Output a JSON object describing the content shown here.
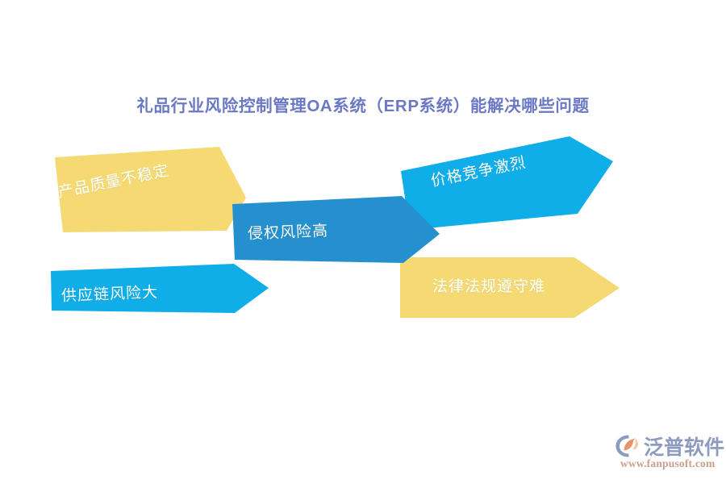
{
  "page": {
    "title": "礼品行业风险控制管理OA系统（ERP系统）能解决哪些问题",
    "background_color": "#ffffff",
    "title_color": "#6b78c4"
  },
  "palette": {
    "yellow": "#f5da74",
    "light_blue": "#0faee8",
    "dark_blue": "#2590ce",
    "white": "#ffffff"
  },
  "diagram": {
    "type": "arrow-banner-collage",
    "banners": [
      {
        "id": "quality",
        "label": "产品质量不稳定",
        "color": "#f5da74",
        "direction": "right",
        "position": "top-left",
        "rotation_deg": -11.5
      },
      {
        "id": "price",
        "label": "价格竞争激烈",
        "color": "#0faee8",
        "direction": "right",
        "position": "top-right",
        "rotation_deg": -11.5
      },
      {
        "id": "infringement",
        "label": "侵权风险高",
        "color": "#2590ce",
        "direction": "right",
        "position": "center",
        "rotation_deg": -2.2
      },
      {
        "id": "supply-chain",
        "label": "供应链风险大",
        "color": "#0faee8",
        "direction": "right",
        "position": "bottom-left",
        "rotation_deg": -2.2
      },
      {
        "id": "legal",
        "label": "法律法规遵守难",
        "color": "#f5da74",
        "direction": "right",
        "position": "bottom-right",
        "rotation_deg": 0
      }
    ]
  },
  "logo": {
    "brand_name": "泛普软件",
    "url": "www.fanpusoft.com",
    "mark_arc_color": "#8d9bbf",
    "mark_leaf_color": "#e8956a",
    "word_color": "#8d9bbf",
    "url_color": "#c9a08c"
  }
}
